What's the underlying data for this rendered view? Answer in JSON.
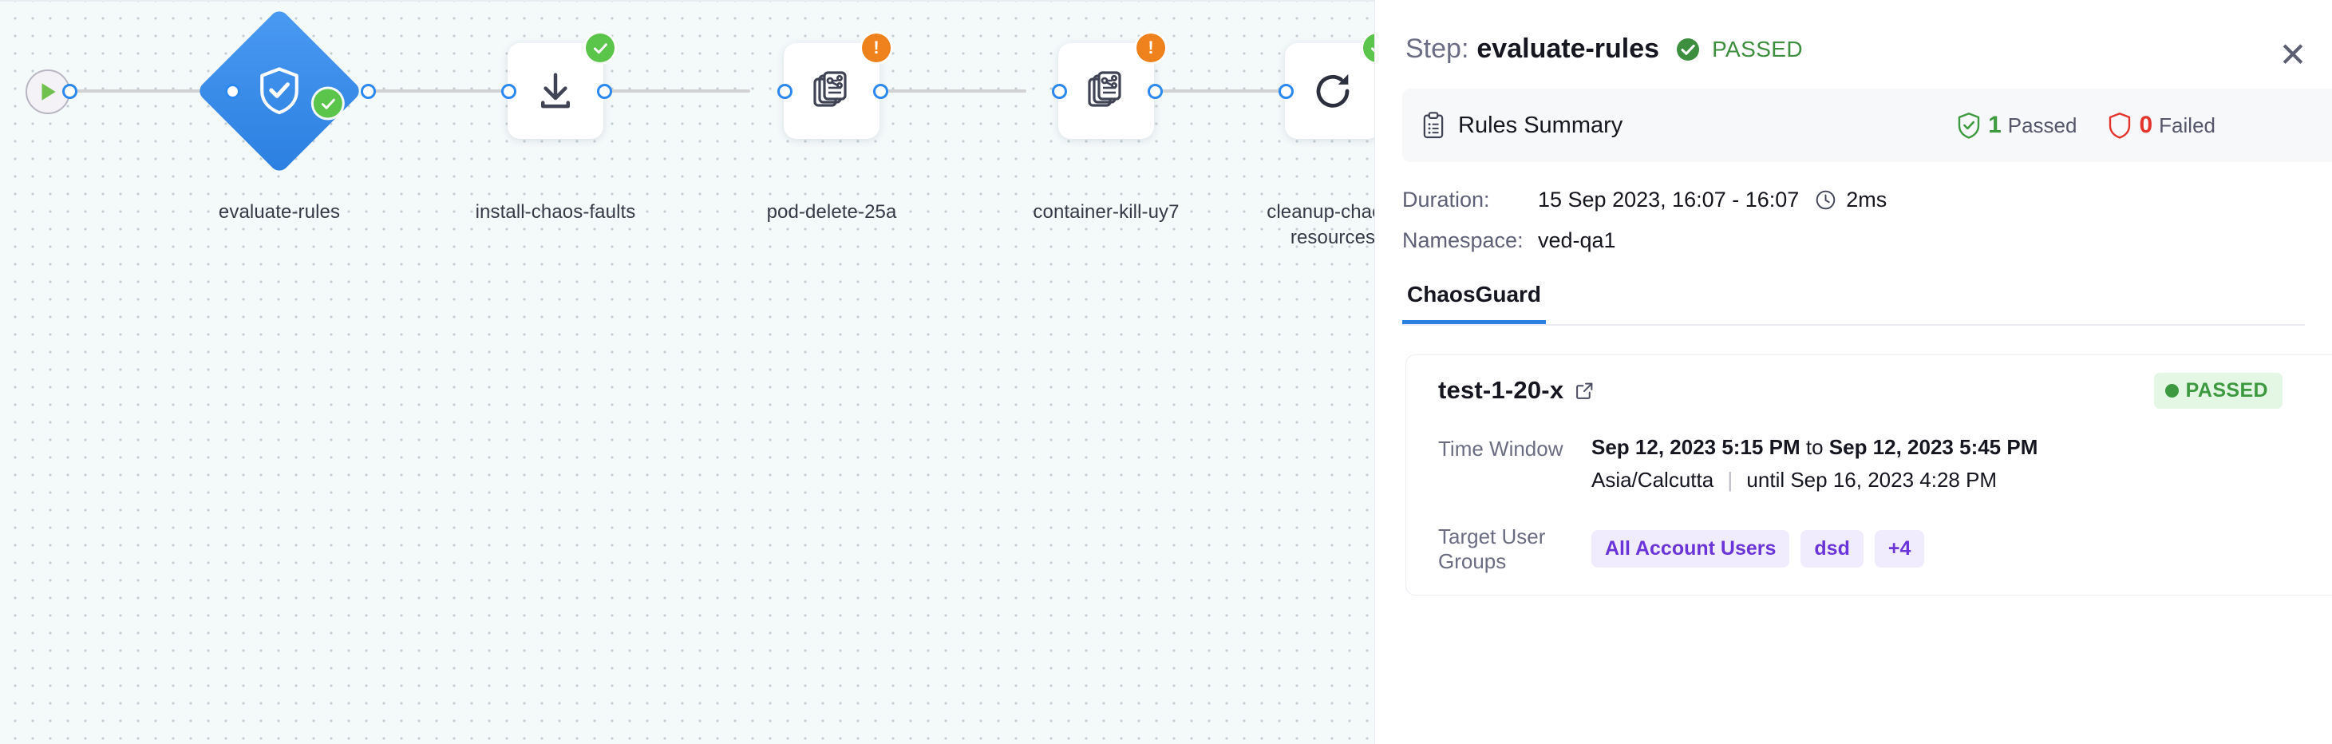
{
  "canvas": {
    "start_node": {
      "icon": "play-icon"
    },
    "nodes": [
      {
        "id": "evaluate-rules",
        "label": "evaluate-rules",
        "shape": "diamond",
        "selected": true,
        "icon": "shield-check-icon",
        "status": "success",
        "status_icon": "check-badge-icon"
      },
      {
        "id": "install-chaos-faults",
        "label": "install-chaos-faults",
        "shape": "box",
        "selected": false,
        "icon": "download-icon",
        "status": "success",
        "status_icon": "check-badge-icon"
      },
      {
        "id": "pod-delete-25a",
        "label": "pod-delete-25a",
        "shape": "box",
        "selected": false,
        "icon": "chaos-fault-icon",
        "status": "warning",
        "status_icon": "warning-badge-icon"
      },
      {
        "id": "container-kill-uy7",
        "label": "container-kill-uy7",
        "shape": "box",
        "selected": false,
        "icon": "chaos-fault-icon",
        "status": "warning",
        "status_icon": "warning-badge-icon"
      },
      {
        "id": "cleanup-chaos-resources",
        "label": "cleanup-chaos-resources",
        "shape": "box",
        "selected": false,
        "icon": "refresh-icon",
        "status": "success",
        "status_icon": "check-badge-icon"
      }
    ]
  },
  "panel": {
    "header": {
      "step_prefix": "Step:",
      "step_name": "evaluate-rules",
      "status_text": "PASSED",
      "status_icon": "check-circle-icon",
      "close_icon": "close-icon",
      "close_label": "✕"
    },
    "rules_summary": {
      "icon": "clipboard-icon",
      "title": "Rules Summary",
      "passed_count": "1",
      "passed_label": "Passed",
      "passed_icon": "shield-check-icon",
      "failed_count": "0",
      "failed_label": "Failed",
      "failed_icon": "shield-outline-icon"
    },
    "meta": [
      {
        "key": "Duration:",
        "value": "15 Sep 2023, 16:07 - 16:07",
        "extra": "2ms",
        "extra_icon": "clock-icon"
      },
      {
        "key": "Namespace:",
        "value": "ved-qa1"
      }
    ],
    "tabs": [
      {
        "label": "ChaosGuard",
        "active": true
      }
    ],
    "test_card": {
      "title": "test-1-20-x",
      "link_icon": "external-link-icon",
      "status_badge": "PASSED",
      "time_window": {
        "key": "Time Window",
        "start": "Sep 12, 2023 5:15 PM",
        "joiner": "to",
        "end": "Sep 12, 2023 5:45 PM",
        "timezone": "Asia/Calcutta",
        "until": "until Sep 16, 2023 4:28 PM"
      },
      "target_user_groups": {
        "key": "Target User Groups",
        "chips": [
          "All Account Users",
          "dsd",
          "+4"
        ]
      }
    }
  },
  "colors": {
    "accent_blue": "#2a7fe0",
    "success_green": "#5bc44a",
    "warn_orange": "#f0821e",
    "chip_purple": "#6a34d8",
    "fail_red": "#e4352c"
  }
}
